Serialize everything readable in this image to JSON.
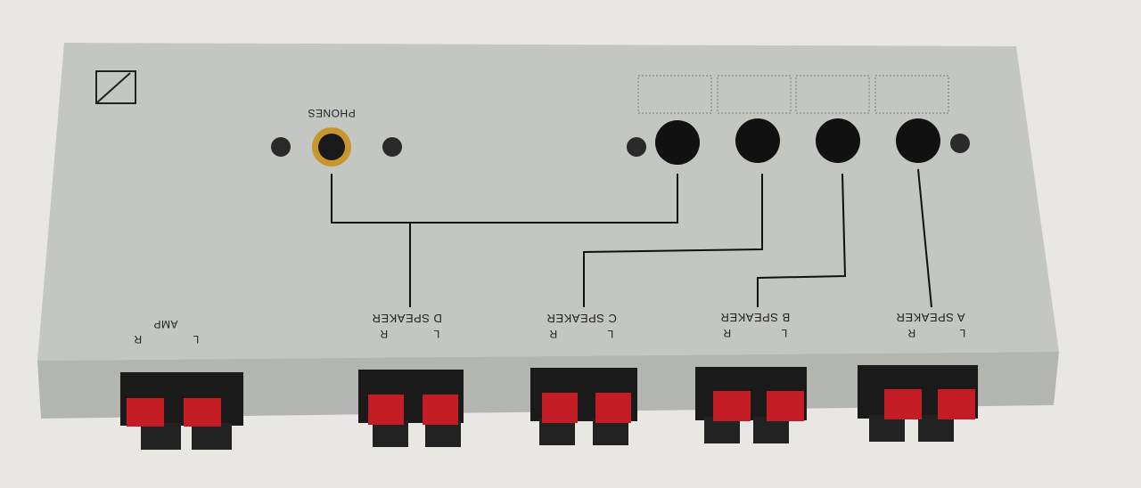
{
  "labels": {
    "phones": "PHONES",
    "amp": "AMP",
    "d_speaker": "D SPEAKER",
    "c_speaker": "C SPEAKER",
    "b_speaker": "B SPEAKER",
    "a_speaker": "A SPEAKER",
    "left": "L",
    "right": "R"
  },
  "colors": {
    "panel": "#c4c6c1",
    "front": "#b5b7b2",
    "terminal_red": "#c41c24",
    "knob": "#111111",
    "jack_gold": "#c8962e"
  }
}
